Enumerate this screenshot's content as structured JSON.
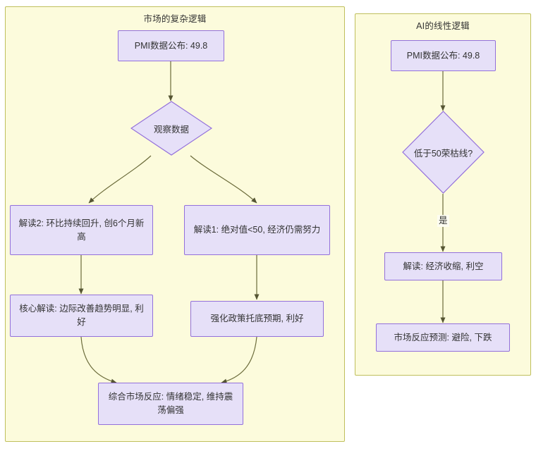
{
  "diagram": {
    "type": "flowchart",
    "background": "#ffffff",
    "node_fill": "#e6e0f8",
    "node_stroke": "#9370db",
    "subgraph_fill": "#fcfbdc",
    "subgraph_stroke": "#bfbf5c",
    "edge_stroke": "#6b6b3a",
    "text_color": "#333333"
  },
  "left_panel": {
    "title": "市场的复杂逻辑",
    "nodes": {
      "start": "PMI数据公布: 49.8",
      "decision": "观察数据",
      "branch_left": "解读2: 环比持续回升, 创6个月新高",
      "branch_right": "解读1: 绝对值<50, 经济仍需努力",
      "core_left": "核心解读: 边际改善趋势明显, 利好",
      "core_right": "强化政策托底预期, 利好",
      "result": "综合市场反应: 情绪稳定, 维持震荡偏强"
    }
  },
  "right_panel": {
    "title": "AI的线性逻辑",
    "nodes": {
      "start": "PMI数据公布: 49.8",
      "decision": "低于50荣枯线?",
      "interpretation": "解读: 经济收缩, 利空",
      "prediction": "市场反应预测: 避险, 下跌"
    },
    "edge_labels": {
      "yes": "是"
    }
  }
}
